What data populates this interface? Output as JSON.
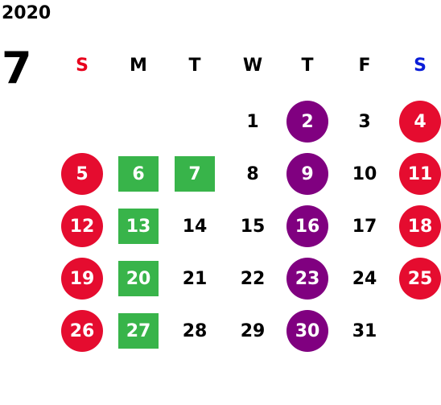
{
  "calendar": {
    "year": "2020",
    "month": "7",
    "weekdays": [
      {
        "label": "S",
        "kind": "sun"
      },
      {
        "label": "M",
        "kind": ""
      },
      {
        "label": "T",
        "kind": ""
      },
      {
        "label": "W",
        "kind": ""
      },
      {
        "label": "T",
        "kind": ""
      },
      {
        "label": "F",
        "kind": ""
      },
      {
        "label": "S",
        "kind": "sat"
      }
    ],
    "first_weekday_index": 3,
    "days": [
      {
        "d": "1",
        "style": ""
      },
      {
        "d": "2",
        "style": "circle-purple"
      },
      {
        "d": "3",
        "style": ""
      },
      {
        "d": "4",
        "style": "circle-red"
      },
      {
        "d": "5",
        "style": "circle-red"
      },
      {
        "d": "6",
        "style": "square-green"
      },
      {
        "d": "7",
        "style": "square-green"
      },
      {
        "d": "8",
        "style": ""
      },
      {
        "d": "9",
        "style": "circle-purple"
      },
      {
        "d": "10",
        "style": ""
      },
      {
        "d": "11",
        "style": "circle-red"
      },
      {
        "d": "12",
        "style": "circle-red"
      },
      {
        "d": "13",
        "style": "square-green"
      },
      {
        "d": "14",
        "style": ""
      },
      {
        "d": "15",
        "style": ""
      },
      {
        "d": "16",
        "style": "circle-purple"
      },
      {
        "d": "17",
        "style": ""
      },
      {
        "d": "18",
        "style": "circle-red"
      },
      {
        "d": "19",
        "style": "circle-red"
      },
      {
        "d": "20",
        "style": "square-green"
      },
      {
        "d": "21",
        "style": ""
      },
      {
        "d": "22",
        "style": ""
      },
      {
        "d": "23",
        "style": "circle-purple"
      },
      {
        "d": "24",
        "style": ""
      },
      {
        "d": "25",
        "style": "circle-red"
      },
      {
        "d": "26",
        "style": "circle-red"
      },
      {
        "d": "27",
        "style": "square-green"
      },
      {
        "d": "28",
        "style": ""
      },
      {
        "d": "29",
        "style": ""
      },
      {
        "d": "30",
        "style": "circle-purple"
      },
      {
        "d": "31",
        "style": ""
      }
    ]
  },
  "colors": {
    "sunday": "#e8001c",
    "saturday": "#0a1ed8",
    "holiday_red": "#e50c2f",
    "purple": "#800080",
    "green": "#38b44a"
  }
}
